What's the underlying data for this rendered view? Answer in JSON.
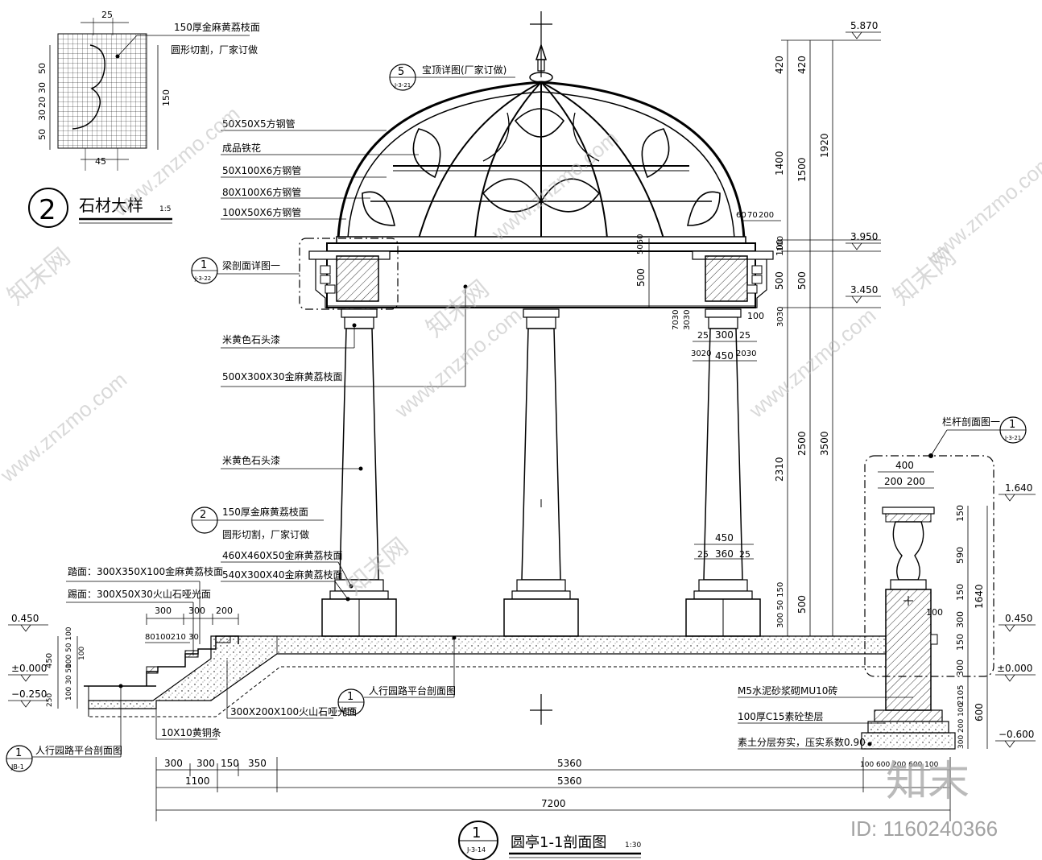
{
  "detail2": {
    "title": "石材大样",
    "scale": "1:5",
    "bubble": "2",
    "dims": {
      "top": "25",
      "bottom": "45",
      "right": "150",
      "l1": "50",
      "l2": "30",
      "l3": "20",
      "l4": "30",
      "l5": "50"
    },
    "note1": "150厚金麻黄荔枝面",
    "note2": "圆形切割，厂家订做"
  },
  "dome": {
    "callout_num": "5",
    "callout_ref": "J-3-21",
    "callout_text": "宝顶详图(厂家订做)",
    "labels": [
      "50X50X5方钢管",
      "成品铁花",
      "50X100X6方钢管",
      "80X100X6方钢管",
      "100X50X6方钢管"
    ]
  },
  "beam": {
    "callout_num": "1",
    "callout_ref": "J-3-22",
    "callout_text": "梁剖面详图一"
  },
  "column_notes": [
    "米黄色石头漆",
    "500X300X30金麻黄荔枝面",
    "米黄色石头漆"
  ],
  "base_callout": {
    "num": "2",
    "lines": [
      "150厚金麻黄荔枝面",
      "圆形切割，厂家订做",
      "460X460X50金麻黄荔枝面",
      "540X300X40金麻黄荔枝面"
    ]
  },
  "step_notes": [
    "踏面：300X350X100金麻黄荔枝面",
    "踢面：300X50X30火山石哑光面"
  ],
  "step_dims": {
    "d300a": "300",
    "d300b": "300",
    "d200": "200",
    "small": "80100210 30"
  },
  "left_levels": [
    "0.450",
    "±0.000",
    "−0.250"
  ],
  "left_vert_dims": [
    "450",
    "100 50 100",
    "100",
    "100 30 50",
    "250"
  ],
  "lower_notes": {
    "platform1": "人行园路平台剖面图",
    "stone": "300X200X100火山石哑光面",
    "copper": "10X10黄铜条",
    "platform2": "人行园路平台剖面图",
    "ref": "JB-1",
    "bubble": "1"
  },
  "column_dims": {
    "top_dims": [
      "60",
      "70",
      "200"
    ],
    "d100": "100",
    "d5050": "5050",
    "d500": "500",
    "d7030": "7030",
    "d3030": "3030",
    "d25a": "25",
    "d300": "300",
    "d25b": "25",
    "d3020": "3020",
    "d450": "450",
    "d2030": "2030",
    "d100b": "100",
    "base450": "450",
    "base25a": "25",
    "base360": "360",
    "base25b": "25"
  },
  "right_vert": {
    "c1": [
      "420",
      "1400",
      "100",
      "500",
      "3030",
      "2310",
      "300 50 150"
    ],
    "c2": [
      "420",
      "1500",
      "500",
      "2500",
      "500"
    ],
    "c3": [
      "1920",
      "3500"
    ]
  },
  "levels": [
    "5.870",
    "3.950",
    "3.450",
    "1.640",
    "0.450",
    "±0.000",
    "−0.600"
  ],
  "rail": {
    "callout_text": "栏杆剖面图一",
    "callout_num": "1",
    "callout_ref": "J-3-21",
    "dims_top": [
      "400",
      "200",
      "200"
    ],
    "d100": "100",
    "vert": [
      "150",
      "590",
      "150",
      "300",
      "150",
      "300",
      "2105",
      "300 200 100"
    ],
    "vert2": [
      "1640",
      "600"
    ],
    "notes": [
      "M5水泥砂浆砌MU10砖",
      "100厚C15素砼垫层",
      "素土分层夯实，压实系数0.90"
    ]
  },
  "bottom_dims": {
    "row1": [
      "300",
      "300",
      "150",
      "350",
      "5360"
    ],
    "row2": [
      "1100",
      "5360"
    ],
    "row3": "7200",
    "tail": "100 600 200 600 100"
  },
  "main_title": {
    "num": "1",
    "ref": "J-3-14",
    "text": "圆亭1-1剖面图",
    "scale": "1:30"
  },
  "watermark": {
    "site": "www.znzmo.com",
    "brand_cn": "知末网",
    "logo": "知末",
    "id": "ID: 1160240366"
  }
}
